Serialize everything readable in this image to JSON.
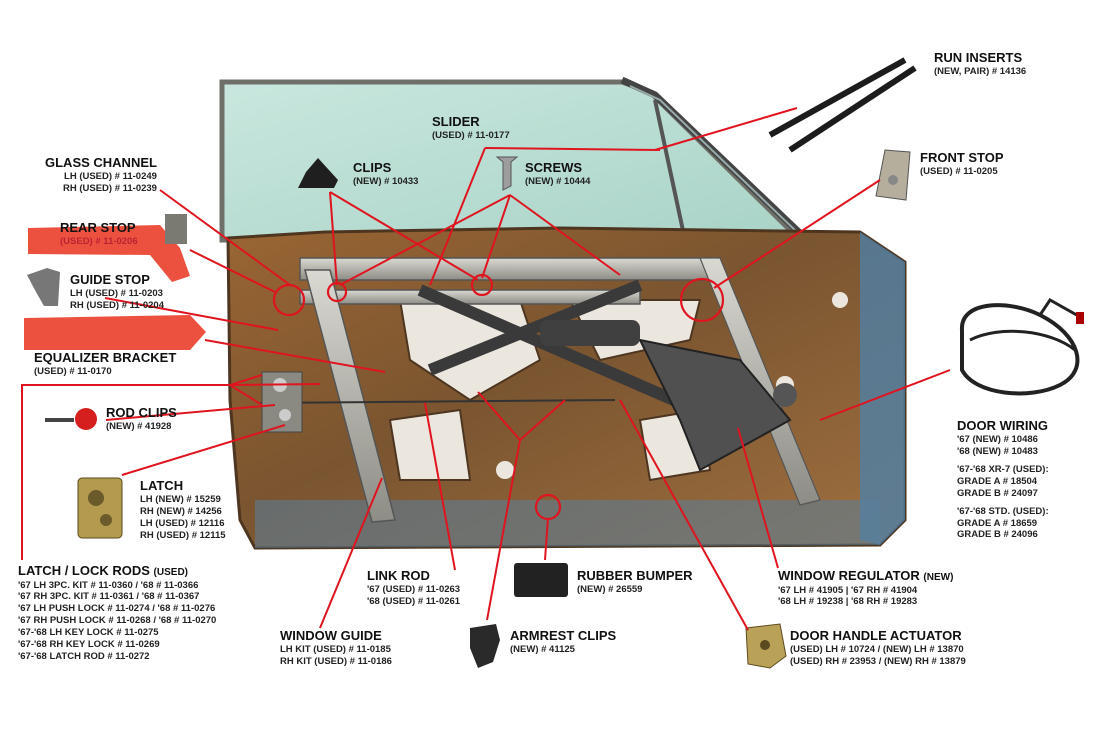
{
  "colors": {
    "leader": "#e0141e",
    "rust": "#8a5a2e",
    "glass": "#b7dcd2",
    "highlight": "#e8331c"
  },
  "labels": {
    "run_inserts": {
      "title": "RUN INSERTS",
      "lines": [
        "(NEW, PAIR) # 14136"
      ]
    },
    "slider": {
      "title": "SLIDER",
      "lines": [
        "(USED) # 11-0177"
      ]
    },
    "clips": {
      "title": "CLIPS",
      "lines": [
        "(NEW) # 10433"
      ]
    },
    "screws": {
      "title": "SCREWS",
      "lines": [
        "(NEW) # 10444"
      ]
    },
    "front_stop": {
      "title": "FRONT STOP",
      "lines": [
        "(USED) # 11-0205"
      ]
    },
    "glass_channel": {
      "title": "GLASS CHANNEL",
      "lines": [
        "LH (USED) # 11-0249",
        "RH (USED) # 11-0239"
      ]
    },
    "rear_stop": {
      "title": "REAR STOP",
      "lines": [
        "(USED) # 11-0206"
      ]
    },
    "guide_stop": {
      "title": "GUIDE STOP",
      "lines": [
        "LH (USED) # 11-0203",
        "RH (USED) # 11-0204"
      ]
    },
    "equalizer_bracket": {
      "title": "EQUALIZER BRACKET",
      "lines": [
        "(USED) # 11-0170"
      ]
    },
    "rod_clips": {
      "title": "ROD CLIPS",
      "lines": [
        "(NEW) # 41928"
      ]
    },
    "latch": {
      "title": "LATCH",
      "lines": [
        "LH (NEW) # 15259",
        "RH (NEW) # 14256",
        "LH (USED) # 12116",
        "RH (USED) # 12115"
      ]
    },
    "door_wiring": {
      "title": "DOOR WIRING",
      "lines": [
        "'67 (NEW) # 10486",
        "'68 (NEW) # 10483",
        "",
        "'67-'68 XR-7 (USED):",
        "GRADE A # 18504",
        "GRADE B # 24097",
        "",
        "'67-'68 STD. (USED):",
        "GRADE A # 18659",
        "GRADE B # 24096"
      ]
    },
    "latch_lock_rods": {
      "title": "LATCH / LOCK RODS",
      "title_note": "(USED)",
      "lines": [
        "'67 LH 3PC. KIT # 11-0360 / '68 # 11-0366",
        "'67 RH 3PC. KIT # 11-0361 / '68 # 11-0367",
        "'67 LH PUSH LOCK # 11-0274 / '68 # 11-0276",
        "'67 RH PUSH LOCK # 11-0268 / '68 # 11-0270",
        "'67-'68 LH KEY LOCK # 11-0275",
        "'67-'68 RH KEY LOCK # 11-0269",
        "'67-'68 LATCH ROD # 11-0272"
      ]
    },
    "link_rod": {
      "title": "LINK ROD",
      "lines": [
        "'67 (USED) # 11-0263",
        "'68 (USED) # 11-0261"
      ]
    },
    "rubber_bumper": {
      "title": "RUBBER BUMPER",
      "lines": [
        "(NEW) # 26559"
      ]
    },
    "window_regulator": {
      "title": "WINDOW REGULATOR",
      "title_note": "(NEW)",
      "lines": [
        "'67 LH # 41905 | '67 RH # 41904",
        "'68 LH # 19238 | '68 RH # 19283"
      ]
    },
    "window_guide": {
      "title": "WINDOW GUIDE",
      "lines": [
        "LH KIT (USED) # 11-0185",
        "RH KIT (USED) # 11-0186"
      ]
    },
    "armrest_clips": {
      "title": "ARMREST CLIPS",
      "lines": [
        "(NEW) # 41125"
      ]
    },
    "door_handle_actuator": {
      "title": "DOOR HANDLE ACTUATOR",
      "lines": [
        "(USED) LH # 10724 / (NEW) LH # 13870",
        "(USED) RH # 23953 / (NEW) RH # 13879"
      ]
    }
  }
}
